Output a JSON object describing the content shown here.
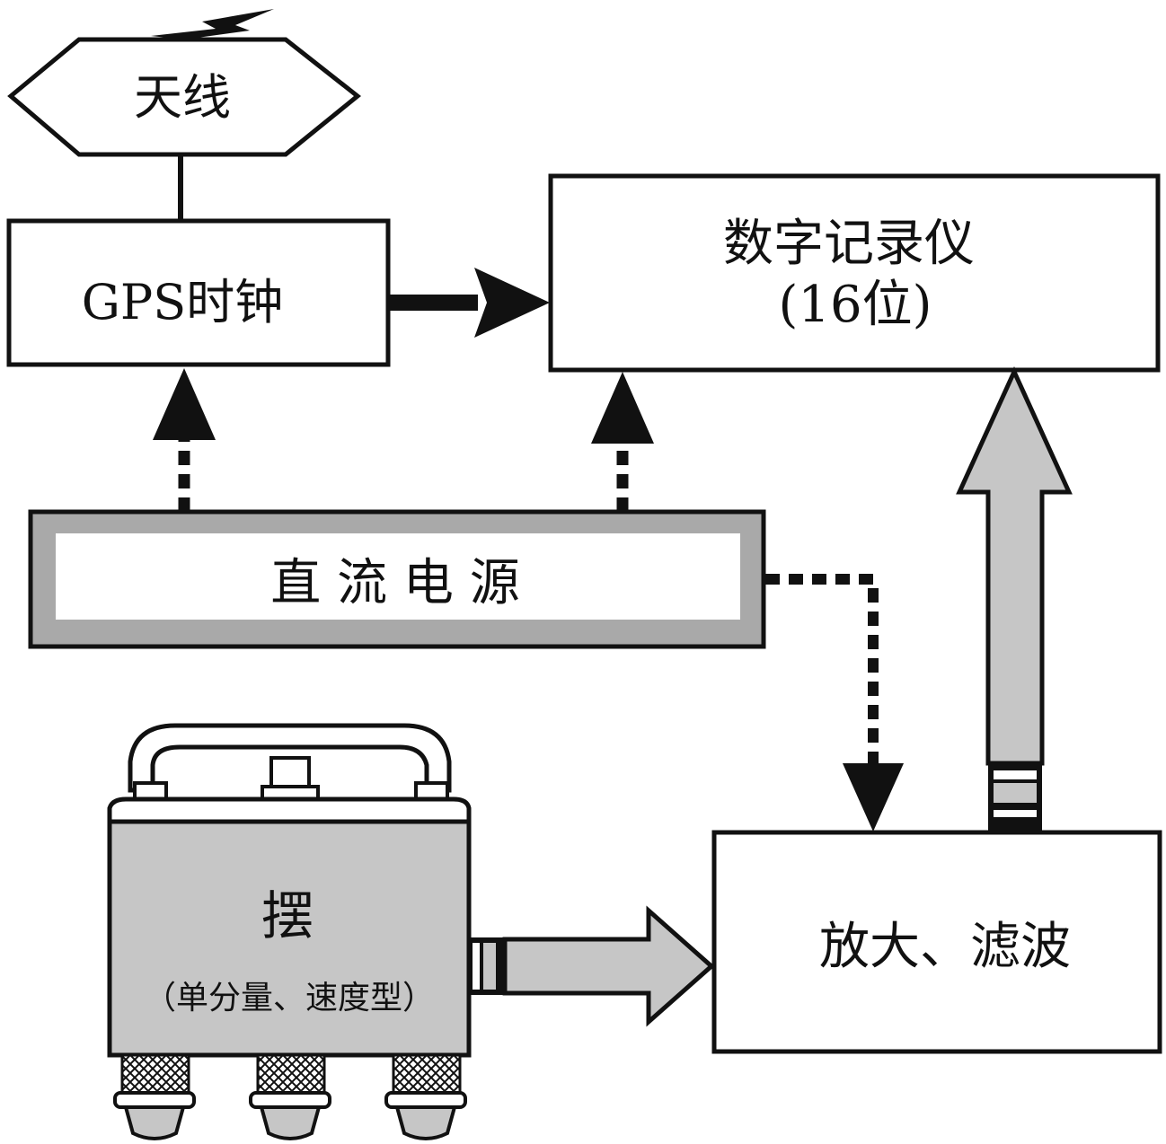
{
  "nodes": {
    "antenna": {
      "label": "天线"
    },
    "gps_clock": {
      "label": "GPS时钟"
    },
    "recorder": {
      "line1": "数字记录仪",
      "line2": "(16位)"
    },
    "dc_power": {
      "label": "直 流 电 源"
    },
    "pendulum": {
      "label": "摆",
      "sublabel": "（单分量、速度型）"
    },
    "amplifier": {
      "label": "放大、滤波"
    }
  },
  "colors": {
    "stroke": "#111111",
    "fill_gray": "#c6c6c6",
    "power_frame": "#a9a9a9",
    "background": "#ffffff"
  },
  "icons": [
    "lightning-icon",
    "knurled-foot-icon"
  ]
}
